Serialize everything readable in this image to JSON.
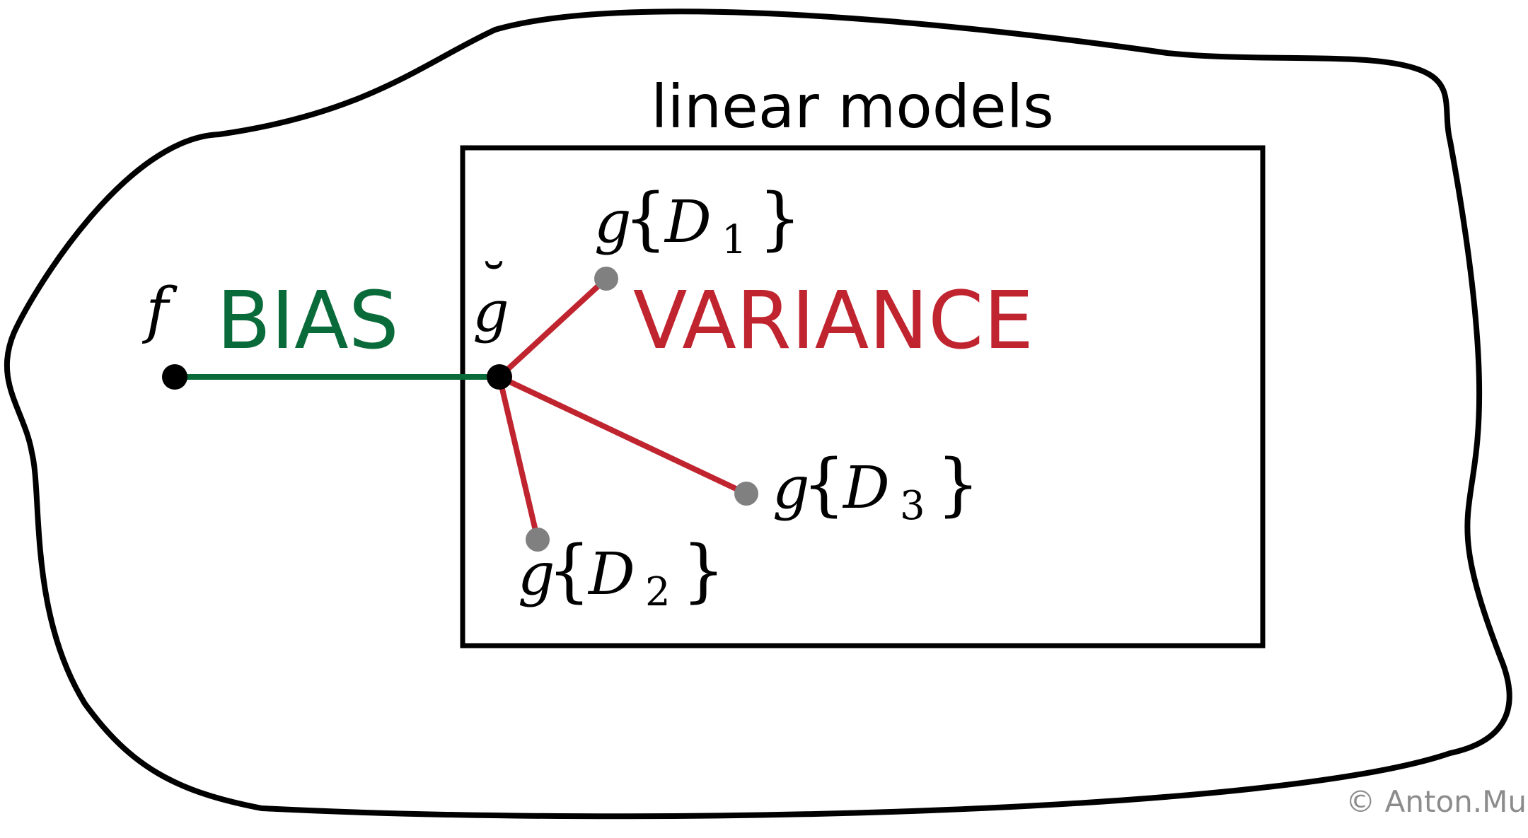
{
  "diagram": {
    "title": "linear models",
    "bias_label": "BIAS",
    "variance_label": "VARIANCE",
    "f_label": "f",
    "gbar_label": "g",
    "gbar_accent": "˘",
    "samples": [
      {
        "g": "g",
        "open": "{",
        "D": "D",
        "sub": "1",
        "close": "}"
      },
      {
        "g": "g",
        "open": "{",
        "D": "D",
        "sub": "2",
        "close": "}"
      },
      {
        "g": "g",
        "open": "{",
        "D": "D",
        "sub": "3",
        "close": "}"
      }
    ],
    "copyright": "© Anton.Mu"
  },
  "colors": {
    "bias": "#0a6b3a",
    "variance": "#c0242f",
    "outline": "#000000",
    "sample_point": "#808080",
    "copyright": "#8c8c8c"
  }
}
